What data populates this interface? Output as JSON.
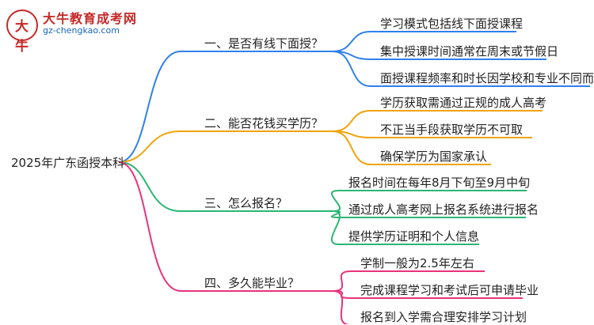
{
  "logo": {
    "title": "大牛教育成考网",
    "subtitle": "gz-chengkao.com",
    "mark": "大牛"
  },
  "root": {
    "label": "2025年广东函授本科"
  },
  "branches": [
    {
      "label": "一、是否有线下面授？",
      "color": "#2f80ed",
      "leaves": [
        "学习模式包括线下面授课程",
        "集中授课时间通常在周末或节假日",
        "面授课程频率和时长因学校和专业不同而异"
      ]
    },
    {
      "label": "二、能否花钱买学历？",
      "color": "#f0a30a",
      "leaves": [
        "学历获取需通过正规的成人高考",
        "不正当手段获取学历不可取",
        "确保学历为国家承认"
      ]
    },
    {
      "label": "三、怎么报名？",
      "color": "#2bb673",
      "leaves": [
        "报名时间在每年8月下旬至9月中旬",
        "通过成人高考网上报名系统进行报名",
        "提供学历证明和个人信息"
      ]
    },
    {
      "label": "四、多久能毕业？",
      "color": "#e8337a",
      "leaves": [
        "学制一般为2.5年左右",
        "完成课程学习和考试后可申请毕业",
        "报名到入学需合理安排学习计划"
      ]
    }
  ]
}
